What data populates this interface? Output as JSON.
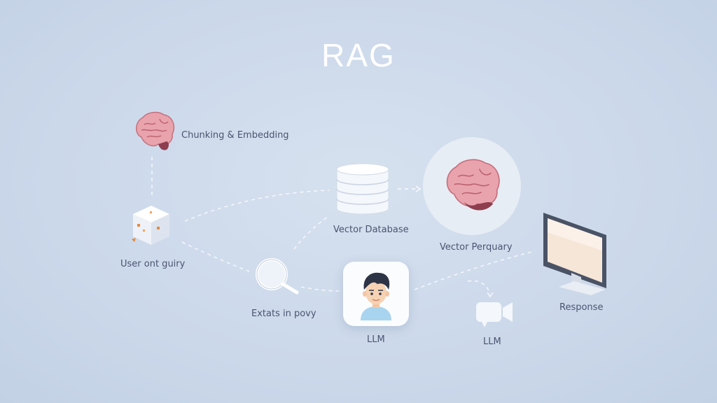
{
  "diagram": {
    "title": "RAG",
    "labels": {
      "chunking": "Chunking & Embedding",
      "user_query": "User ont guiry",
      "vector_db": "Vector Database",
      "vector_query": "Vector Perquary",
      "search": "Extats in povy",
      "llm_main": "LLM",
      "llm_secondary": "LLM",
      "response": "Response"
    },
    "icons": {
      "chunking": "brain-icon",
      "user_query": "cube-icon",
      "vector_db": "database-icon",
      "vector_query": "brain-icon",
      "search": "magnifier-icon",
      "llm_main": "person-avatar-icon",
      "llm_secondary": "video-camera-icon",
      "response": "monitor-icon"
    },
    "colors": {
      "background": "#cbd8ea",
      "brain": "#e9a3ac",
      "brain_shadow": "#8e3e4e",
      "connector": "#ffffff",
      "text": "#4a5470"
    }
  }
}
